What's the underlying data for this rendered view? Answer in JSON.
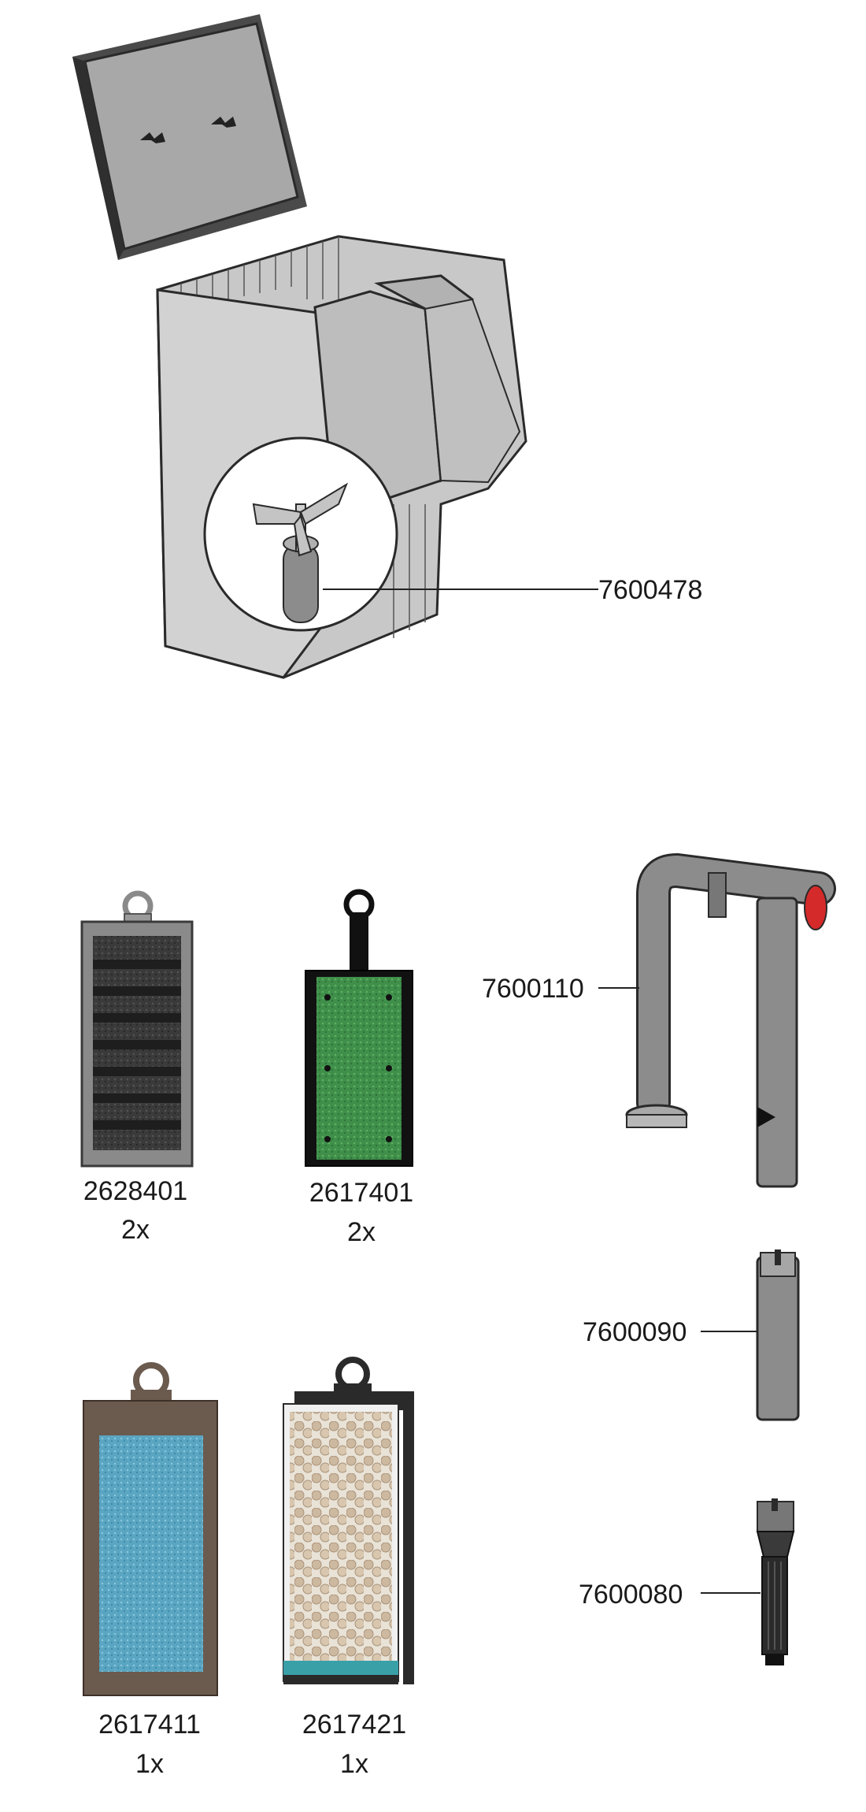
{
  "parts": {
    "impeller": {
      "code": "7600478"
    },
    "sponge_black": {
      "code": "2628401",
      "qty": "2x"
    },
    "sponge_green": {
      "code": "2617401",
      "qty": "2x"
    },
    "outlet_pipe": {
      "code": "7600110"
    },
    "extension_tube": {
      "code": "7600090"
    },
    "intake_strainer": {
      "code": "7600080"
    },
    "sponge_blue": {
      "code": "2617411",
      "qty": "1x"
    },
    "ceramic_media": {
      "code": "2617421",
      "qty": "1x"
    }
  },
  "colors": {
    "housing_gray": "#c8c8c8",
    "outline": "#2a2a2a",
    "pipe_gray": "#8c8c8c",
    "valve_red": "#d42a2a",
    "green_media": "#3f8f4a",
    "blue_media": "#5aa6c2",
    "brown_frame": "#6b5a4e",
    "ceramic_beige": "#cdb8a0"
  }
}
